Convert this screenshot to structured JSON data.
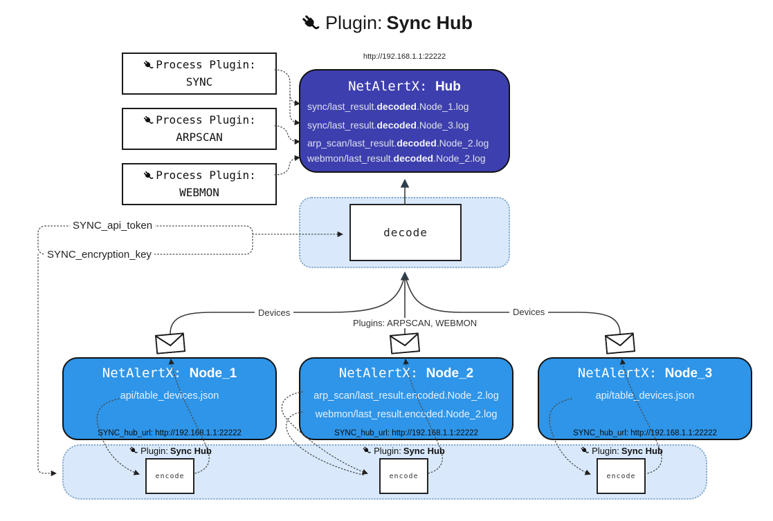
{
  "title": {
    "prefix": "Plugin:",
    "name": "Sync Hub"
  },
  "hub": {
    "url": "http://192.168.1.1:22222",
    "name_prefix": "NetAlertX:",
    "name": "Hub",
    "logs": [
      {
        "pre": "sync/last_result.",
        "bold": "decoded",
        "post": ".Node_1.log"
      },
      {
        "pre": "sync/last_result.",
        "bold": "decoded",
        "post": ".Node_3.log"
      },
      {
        "pre": "arp_scan/last_result.",
        "bold": "decoded",
        "post": ".Node_2.log"
      },
      {
        "pre": "webmon/last_result.",
        "bold": "decoded",
        "post": ".Node_2.log"
      }
    ]
  },
  "process_plugins": [
    {
      "label": "Process Plugin:",
      "name": "SYNC"
    },
    {
      "label": "Process Plugin:",
      "name": "ARPSCAN"
    },
    {
      "label": "Process Plugin:",
      "name": "WEBMON"
    }
  ],
  "decode_step": {
    "label": "decode"
  },
  "settings": {
    "api_token": "SYNC_api_token",
    "encryption_key": "SYNC_encryption_key"
  },
  "edge_labels": {
    "left": "Devices",
    "middle": "Plugins: ARPSCAN, WEBMON",
    "right": "Devices"
  },
  "nodes": [
    {
      "name_prefix": "NetAlertX:",
      "name": "Node_1",
      "files": [
        "api/table_devices.json"
      ],
      "footer": "SYNC_hub_url: http://192.168.1.1:22222"
    },
    {
      "name_prefix": "NetAlertX:",
      "name": "Node_2",
      "files": [
        "arp_scan/last_result.encoded.Node_2.log",
        "webmon/last_result.encoded.Node_2.log"
      ],
      "footer": "SYNC_hub_url: http://192.168.1.1:22222"
    },
    {
      "name_prefix": "NetAlertX:",
      "name": "Node_3",
      "files": [
        "api/table_devices.json"
      ],
      "footer": "SYNC_hub_url: http://192.168.1.1:22222"
    }
  ],
  "encode_sections": [
    {
      "label_prefix": "Plugin:",
      "label_name": "Sync Hub",
      "step": "encode"
    },
    {
      "label_prefix": "Plugin:",
      "label_name": "Sync Hub",
      "step": "encode"
    },
    {
      "label_prefix": "Plugin:",
      "label_name": "Sync Hub",
      "step": "encode"
    }
  ],
  "colors": {
    "hub_bg": "#3e3fae",
    "node_bg": "#2e95e8",
    "band_bg": "#d9e9fb",
    "arrow_dark": "#2f3e4e"
  }
}
